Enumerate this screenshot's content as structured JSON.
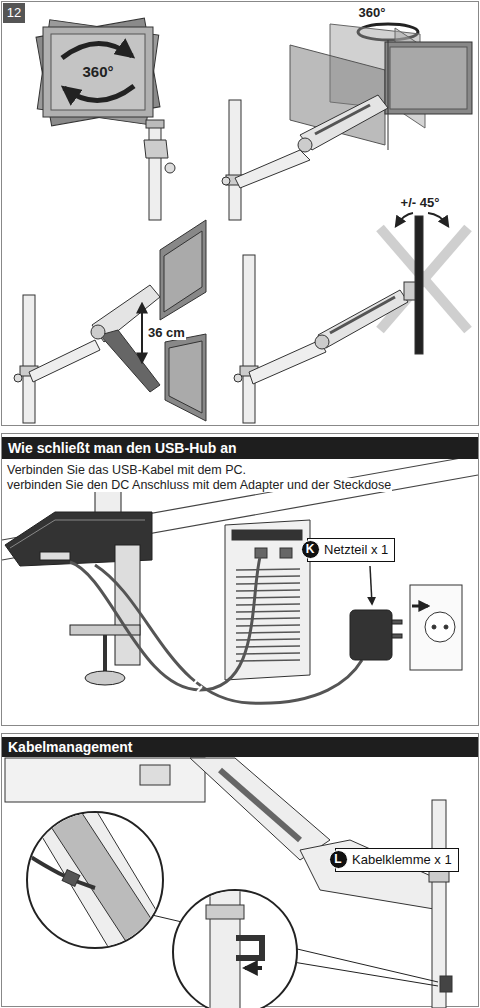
{
  "diagram": {
    "nodes": [
      {
        "text": [
          "12"
        ]
      },
      {
        "text": [
          "Wie schließt man den USB-Hub an"
        ]
      },
      {
        "text": [
          "Netzteil x 1"
        ]
      },
      {
        "text": [
          "K"
        ],
        "in": 2
      },
      {
        "text": [
          "Kabelmanagement"
        ]
      },
      {
        "text": [
          "Kabelklemme x 1"
        ]
      },
      {
        "text": [
          "L"
        ],
        "in": 5
      }
    ],
    "labels": [
      "360°",
      "360°",
      "36 cm",
      "+/- 45°",
      "Verbinden Sie das USB-Kabel mit dem PC.",
      "verbinden Sie den DC Anschluss mit dem Adapter und der Steckdose"
    ]
  }
}
